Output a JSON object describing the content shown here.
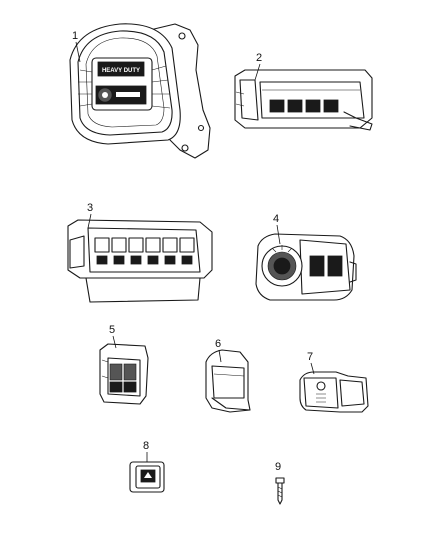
{
  "callouts": [
    {
      "label": "1"
    },
    {
      "label": "2"
    },
    {
      "label": "3"
    },
    {
      "label": "4"
    },
    {
      "label": "5"
    },
    {
      "label": "6"
    },
    {
      "label": "7"
    },
    {
      "label": "8"
    },
    {
      "label": "9"
    }
  ],
  "part1_badge_text": "HEAVY DUTY"
}
